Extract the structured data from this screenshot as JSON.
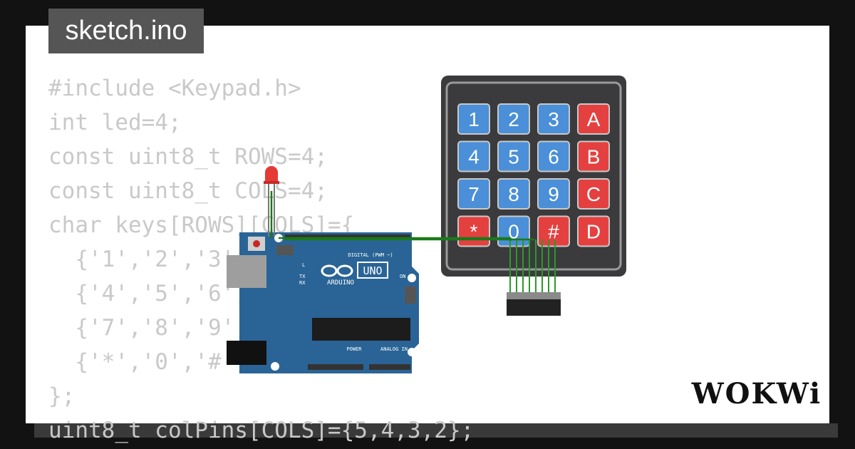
{
  "title": "sketch.ino",
  "code_lines": [
    "#include <Keypad.h>",
    "int led=4;",
    "const uint8_t ROWS=4;",
    "const uint8_t COLS=4;",
    "char keys[ROWS][COLS]={",
    "  {'1','2','3','A'},",
    "  {'4','5','6','B'},",
    "  {'7','8','9','C'},",
    "  {'*','0','#','D'}",
    "};",
    "uint8_t colPins[COLS]={5,4,3,2};"
  ],
  "keypad": {
    "rows": [
      [
        "1",
        "2",
        "3",
        "A"
      ],
      [
        "4",
        "5",
        "6",
        "B"
      ],
      [
        "7",
        "8",
        "9",
        "C"
      ],
      [
        "*",
        "0",
        "#",
        "D"
      ]
    ]
  },
  "arduino": {
    "model": "UNO",
    "brand": "ARDUINO",
    "digital_label": "DIGITAL (PWM ~)",
    "power_label": "POWER",
    "analog_label": "ANALOG IN",
    "on_label": "ON",
    "l_label": "L",
    "tx_label": "TX",
    "rx_label": "RX"
  },
  "logo": "WOKWi",
  "colors": {
    "background": "#121212",
    "card": "#ffffff",
    "code_text": "#c9c9c9",
    "keypad_body": "#3b3b3e",
    "key_blue": "#4a8fd8",
    "key_red": "#e54040",
    "board_blue": "#2a6496",
    "wire_green": "#1a7a1a",
    "led_red": "#e53935"
  }
}
